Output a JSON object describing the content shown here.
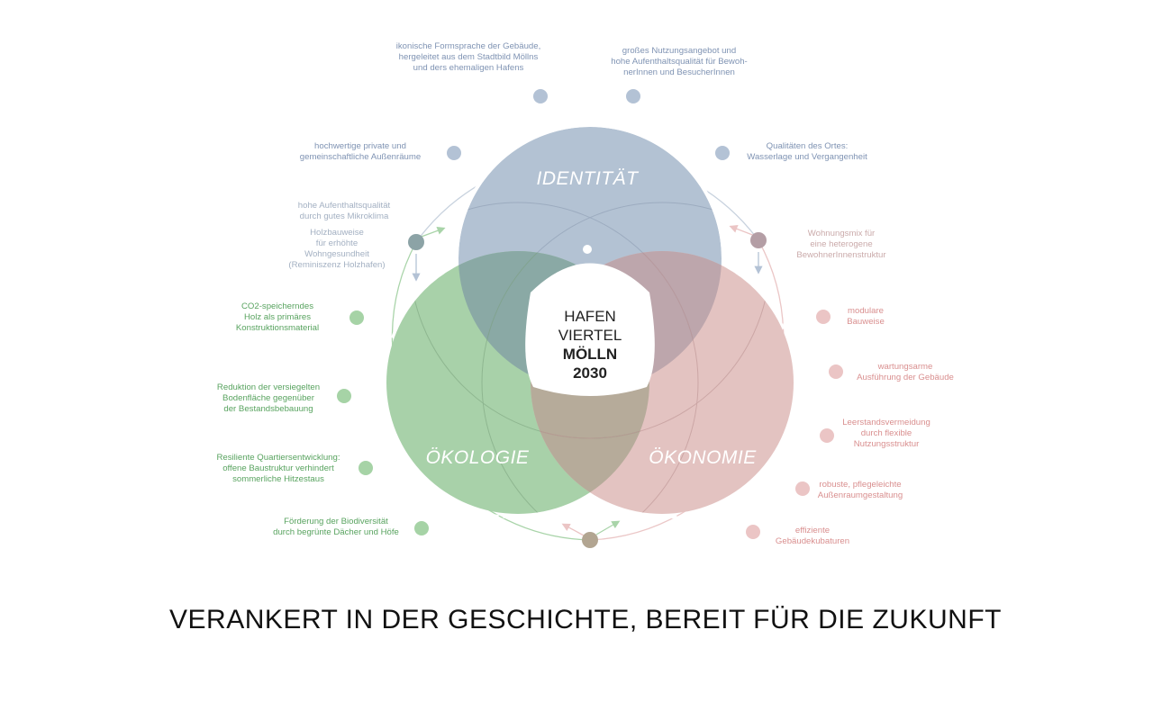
{
  "circles": {
    "identity": {
      "title": "IDENTITÄT",
      "color": "#b3c2d3"
    },
    "ecology": {
      "title": "ÖKOLOGIE",
      "color": "#a8d1a9"
    },
    "economy": {
      "title": "ÖKONOMIE",
      "color": "#e3c3c1"
    }
  },
  "overlaps": {
    "identity_ecology": "#8aa9a5",
    "identity_economy": "#bda6ac",
    "ecology_economy": "#b6ab9a"
  },
  "center": {
    "line1": "HAFEN",
    "line2": "VIERTEL",
    "line3": "MÖLLN",
    "line4": "2030"
  },
  "labels": {
    "identity": [
      "ikonische Formsprache der Gebäude,\nhergeleitet aus dem Stadtbild Möllns\nund ders ehemaligen Hafens",
      "großes Nutzungsangebot und\nhohe Aufenthaltsqualität für Bewoh-\nnerInnen und BesucherInnen",
      "hochwertige private und\ngemeinschaftliche Außenräume",
      "Qualitäten des Ortes:\nWasserlage und Vergangenheit"
    ],
    "shared_identity_ecology": [
      "hohe Aufenthaltsqualität\ndurch gutes Mikroklima",
      "Holzbauweise\nfür erhöhte\nWohngesundheit\n(Reminiszenz Holzhafen)"
    ],
    "shared_identity_economy": "Wohnungsmix für\neine heterogene\nBewohnerInnenstruktur",
    "ecology": [
      "CO2-speicherndes\nHolz als primäres\nKonstruktionsmaterial",
      "Reduktion der versiegelten\nBodenfläche gegenüber\nder Bestandsbebauung",
      "Resiliente Quartiersentwicklung:\noffene Baustruktur verhindert\nsommerliche Hitzestaus",
      "Förderung der Biodiversität\ndurch begrünte Dächer und Höfe"
    ],
    "economy": [
      "modulare\nBauweise",
      "wartungsarme\nAusführung der Gebäude",
      "Leerstandsvermeidung\ndurch flexible\nNutzungsstruktur",
      "robuste, pflegeleichte\nAußenraumgestaltung",
      "effiziente\nGebäudekubaturen"
    ]
  },
  "colors": {
    "node_blue": "#b3c2d5",
    "node_green": "#a6d3a6",
    "node_rose": "#ebc5c5",
    "node_teal": "#8ca3a6",
    "node_mauve": "#b49ea5",
    "node_taupe": "#b2a591",
    "ring_blue": "#c8d2de",
    "ring_green": "#a9d4a9",
    "ring_rose": "#ebc7c7"
  },
  "slogan": "VERANKERT IN DER GESCHICHTE, BEREIT FÜR DIE ZUKUNFT"
}
